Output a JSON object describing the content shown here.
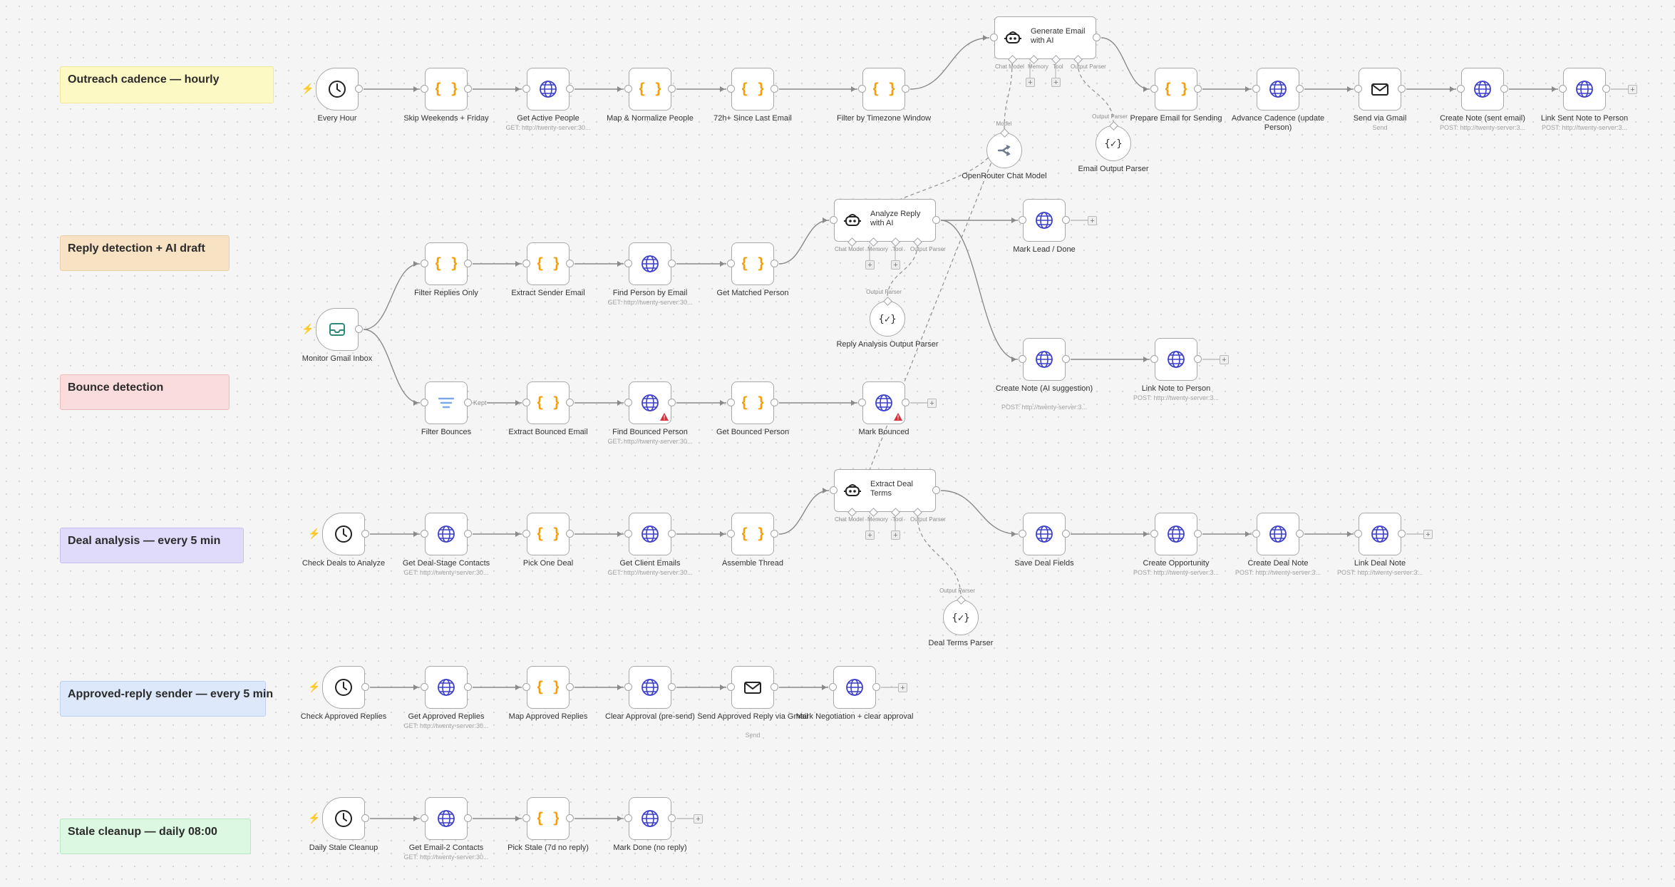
{
  "colors": {
    "code": "#f59e0b",
    "http": "#3b3fc9",
    "filter": "#7aa8e8",
    "gmail_trigger": "#2e8b7a",
    "bolt": "#e8772e",
    "warning": "#d4333c",
    "edge": "#8a8a8a"
  },
  "sticky_notes": [
    {
      "id": "s1",
      "title": "Outreach cadence — hourly",
      "color": "#fdf9c4",
      "border": "#efe79a"
    },
    {
      "id": "s2",
      "title": "Reply detection + AI draft",
      "color": "#f7e2c3",
      "border": "#ead0a6"
    },
    {
      "id": "s3",
      "title": "Bounce detection",
      "color": "#fbdcdc",
      "border": "#efbcbc"
    },
    {
      "id": "s4",
      "title": "Deal analysis — every 5 min",
      "color": "#e1dbfb",
      "border": "#c8bdf2"
    },
    {
      "id": "s5",
      "title": "Approved-reply sender — every 5 min",
      "color": "#dde8fb",
      "border": "#bfd2f2"
    },
    {
      "id": "s6",
      "title": "Stale cleanup — daily 08:00",
      "color": "#dcf7e2",
      "border": "#b8e9c4"
    }
  ],
  "nodes": [
    {
      "id": "n_every_hour",
      "label": "Every Hour",
      "icon": "clock-icon",
      "trigger": true
    },
    {
      "id": "n_skip_weekends",
      "label": "Skip Weekends + Friday",
      "icon": "code-icon"
    },
    {
      "id": "n_get_active",
      "label": "Get Active People",
      "icon": "globe-icon",
      "sub": "GET: http://twenty-server:30..."
    },
    {
      "id": "n_map_norm",
      "label": "Map & Normalize People",
      "icon": "code-icon"
    },
    {
      "id": "n_72h",
      "label": "72h+ Since Last Email",
      "icon": "code-icon"
    },
    {
      "id": "n_filter_tz",
      "label": "Filter by Timezone Window",
      "icon": "code-icon"
    },
    {
      "id": "n_prepare_email",
      "label": "Prepare Email for Sending",
      "icon": "code-icon"
    },
    {
      "id": "n_advance",
      "label": "Advance Cadence (update Person)",
      "icon": "globe-icon"
    },
    {
      "id": "n_send_gmail",
      "label": "Send via Gmail",
      "icon": "mail-icon",
      "sub": "Send"
    },
    {
      "id": "n_create_note_sent",
      "label": "Create Note (sent email)",
      "icon": "globe-icon",
      "sub": "POST: http://twenty-server:3..."
    },
    {
      "id": "n_link_sent",
      "label": "Link Sent Note to Person",
      "icon": "globe-icon",
      "sub": "POST: http://twenty-server:3..."
    },
    {
      "id": "n_monitor_gmail",
      "label": "Monitor Gmail Inbox",
      "icon": "inbox-icon",
      "trigger": true
    },
    {
      "id": "n_filter_replies",
      "label": "Filter Replies Only",
      "icon": "code-icon"
    },
    {
      "id": "n_extract_sender",
      "label": "Extract Sender Email",
      "icon": "code-icon"
    },
    {
      "id": "n_find_person",
      "label": "Find Person by Email",
      "icon": "globe-icon",
      "sub": "GET: http://twenty-server:30..."
    },
    {
      "id": "n_get_matched",
      "label": "Get Matched Person",
      "icon": "code-icon"
    },
    {
      "id": "n_mark_lead",
      "label": "Mark Lead / Done",
      "icon": "globe-icon"
    },
    {
      "id": "n_create_note_ai",
      "label": "Create Note (AI suggestion)",
      "icon": "globe-icon",
      "sub": "POST: http://twenty-server:3..."
    },
    {
      "id": "n_link_note",
      "label": "Link Note to Person",
      "icon": "globe-icon",
      "sub": "POST: http://twenty-server:3..."
    },
    {
      "id": "n_filter_bounces",
      "label": "Filter Bounces",
      "icon": "filter-icon"
    },
    {
      "id": "n_extract_bounced",
      "label": "Extract Bounced Email",
      "icon": "code-icon"
    },
    {
      "id": "n_find_bounced",
      "label": "Find Bounced Person",
      "icon": "globe-icon",
      "sub": "GET: http://twenty-server:30...",
      "warning": true
    },
    {
      "id": "n_get_bounced",
      "label": "Get Bounced Person",
      "icon": "code-icon"
    },
    {
      "id": "n_mark_bounced",
      "label": "Mark Bounced",
      "icon": "globe-icon",
      "warning": true
    },
    {
      "id": "n_check_deals",
      "label": "Check Deals to Analyze",
      "icon": "clock-icon",
      "trigger": true
    },
    {
      "id": "n_get_deal_contacts",
      "label": "Get Deal-Stage Contacts",
      "icon": "globe-icon",
      "sub": "GET: http://twenty-server:30..."
    },
    {
      "id": "n_pick_deal",
      "label": "Pick One Deal",
      "icon": "code-icon"
    },
    {
      "id": "n_get_client_emails",
      "label": "Get Client Emails",
      "icon": "globe-icon",
      "sub": "GET: http://twenty-server:30..."
    },
    {
      "id": "n_assemble",
      "label": "Assemble Thread",
      "icon": "code-icon"
    },
    {
      "id": "n_save_deal",
      "label": "Save Deal Fields",
      "icon": "globe-icon"
    },
    {
      "id": "n_create_opp",
      "label": "Create Opportunity",
      "icon": "globe-icon",
      "sub": "POST: http://twenty-server:3..."
    },
    {
      "id": "n_create_deal_note",
      "label": "Create Deal Note",
      "icon": "globe-icon",
      "sub": "POST: http://twenty-server:3..."
    },
    {
      "id": "n_link_deal_note",
      "label": "Link Deal Note",
      "icon": "globe-icon",
      "sub": "POST: http://twenty-server:3..."
    },
    {
      "id": "n_check_approved",
      "label": "Check Approved Replies",
      "icon": "clock-icon",
      "trigger": true
    },
    {
      "id": "n_get_approved",
      "label": "Get Approved Replies",
      "icon": "globe-icon",
      "sub": "GET: http://twenty-server:30..."
    },
    {
      "id": "n_map_approved",
      "label": "Map Approved Replies",
      "icon": "code-icon"
    },
    {
      "id": "n_clear_approval",
      "label": "Clear Approval (pre-send)",
      "icon": "globe-icon"
    },
    {
      "id": "n_send_approved",
      "label": "Send Approved Reply via Gmail",
      "icon": "mail-icon",
      "sub": "Send"
    },
    {
      "id": "n_mark_negotiation",
      "label": "Mark Negotiation + clear approval",
      "icon": "globe-icon"
    },
    {
      "id": "n_daily_stale",
      "label": "Daily Stale Cleanup",
      "icon": "clock-icon",
      "trigger": true
    },
    {
      "id": "n_get_email2",
      "label": "Get Email-2 Contacts",
      "icon": "globe-icon",
      "sub": "GET: http://twenty-server:30..."
    },
    {
      "id": "n_pick_stale",
      "label": "Pick Stale (7d no reply)",
      "icon": "code-icon"
    },
    {
      "id": "n_mark_done",
      "label": "Mark Done (no reply)",
      "icon": "globe-icon"
    }
  ],
  "agents": [
    {
      "id": "a_generate",
      "label": "Generate Email with AI",
      "pins": [
        "Chat Model",
        "Memory",
        "Tool",
        "Output Parser"
      ]
    },
    {
      "id": "a_analyze",
      "label": "Analyze Reply with AI",
      "pins": [
        "Chat Model",
        "Memory",
        "Tool",
        "Output Parser"
      ]
    },
    {
      "id": "a_extract_deal",
      "label": "Extract Deal Terms",
      "pins": [
        "Chat Model",
        "Memory",
        "Tool",
        "Output Parser"
      ]
    }
  ],
  "subnodes": [
    {
      "id": "u_openrouter",
      "label": "OpenRouter Chat Model",
      "port": "Model",
      "icon": "openrouter-icon"
    },
    {
      "id": "u_email_parser",
      "label": "Email Output Parser",
      "port": "Output Parser",
      "icon": "parser-icon"
    },
    {
      "id": "u_reply_parser",
      "label": "Reply Analysis Output Parser",
      "port": "Output Parser",
      "icon": "parser-icon"
    },
    {
      "id": "u_deal_parser",
      "label": "Deal Terms Parser",
      "port": "Output Parser",
      "icon": "parser-icon"
    }
  ],
  "edge_labels": {
    "kept": "Kept"
  },
  "plus_symbol": "+",
  "bolt_symbol": "⚡"
}
